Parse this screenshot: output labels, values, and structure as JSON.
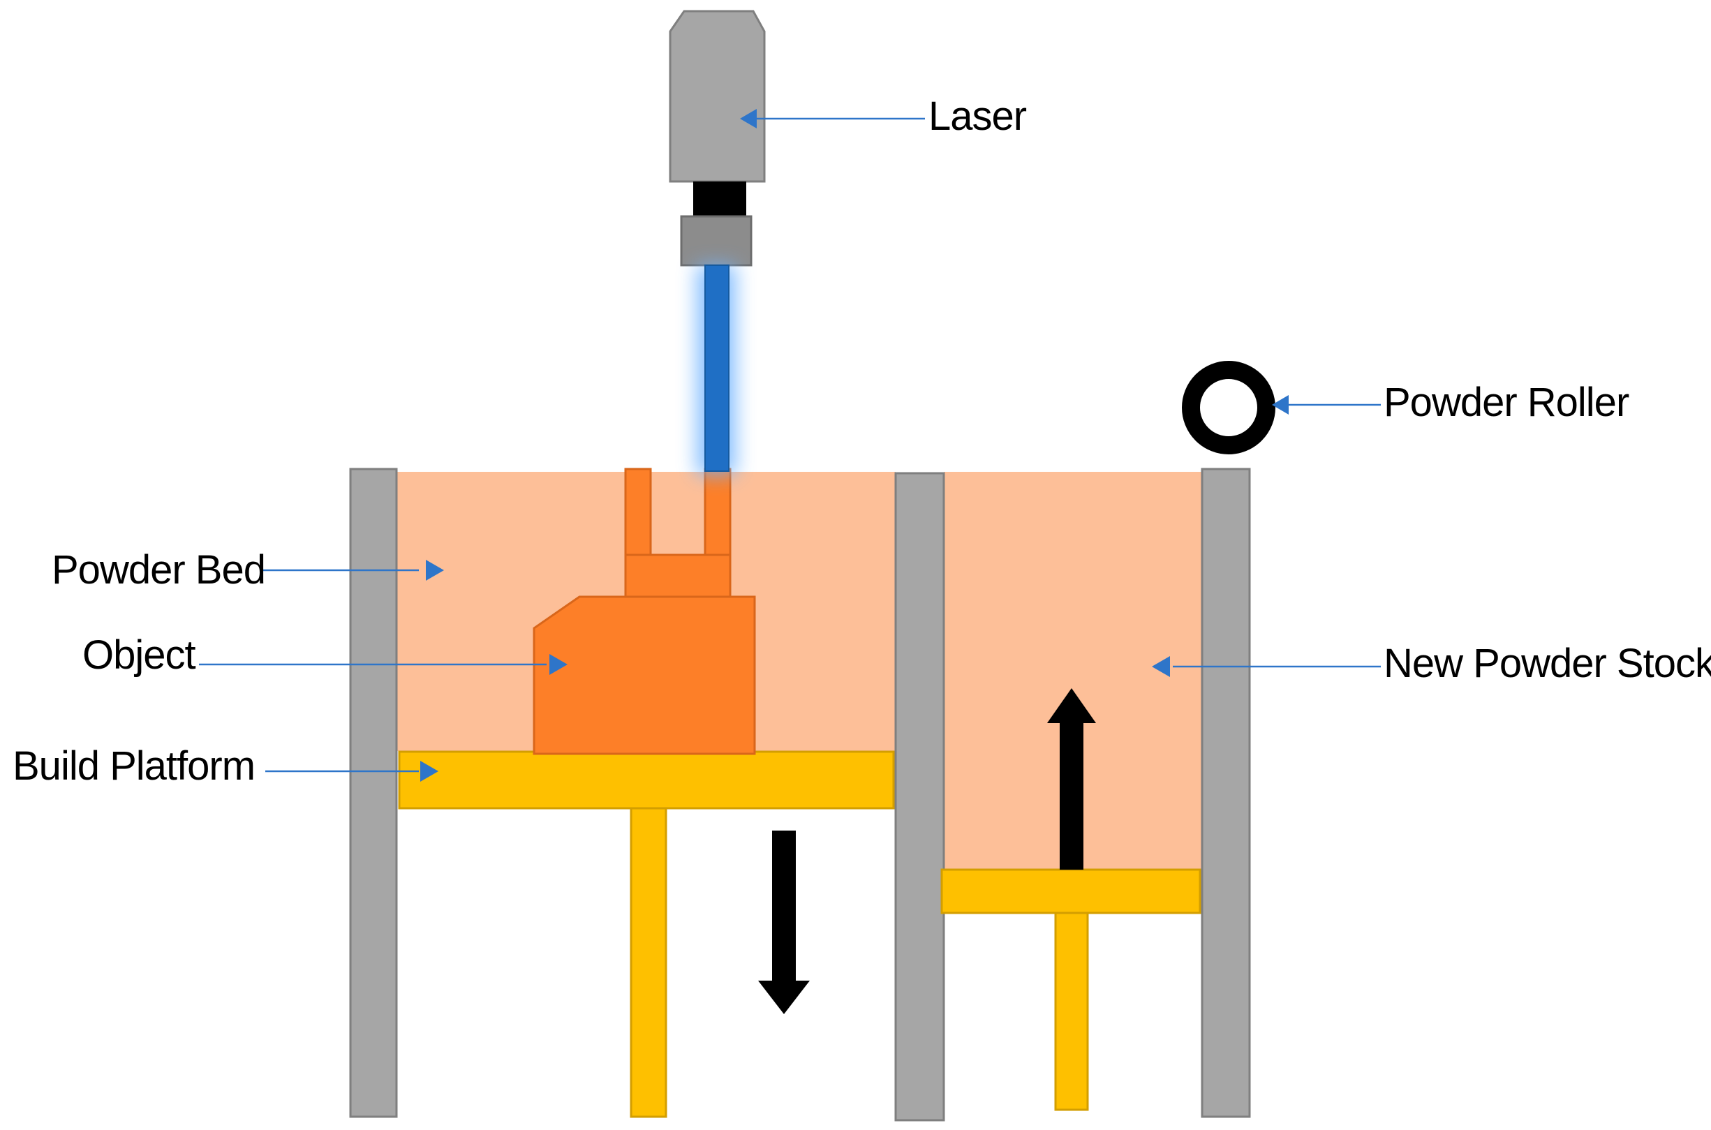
{
  "labels": {
    "laser": "Laser",
    "powder_roller": "Powder Roller",
    "powder_bed": "Powder Bed",
    "object": "Object",
    "build_platform": "Build Platform",
    "new_powder_stock": "New Powder Stock"
  },
  "colors": {
    "wall": "#a6a6a6",
    "laser_body": "#a6a6a6",
    "laser_beam": "#1f6fc5",
    "powder": "#fdbf98",
    "object": "#fd7f28",
    "platform": "#fec000",
    "arrow": "#000000",
    "pointer": "#2e75c9"
  },
  "motion": {
    "build_platform_direction": "down",
    "powder_stock_direction": "up"
  }
}
